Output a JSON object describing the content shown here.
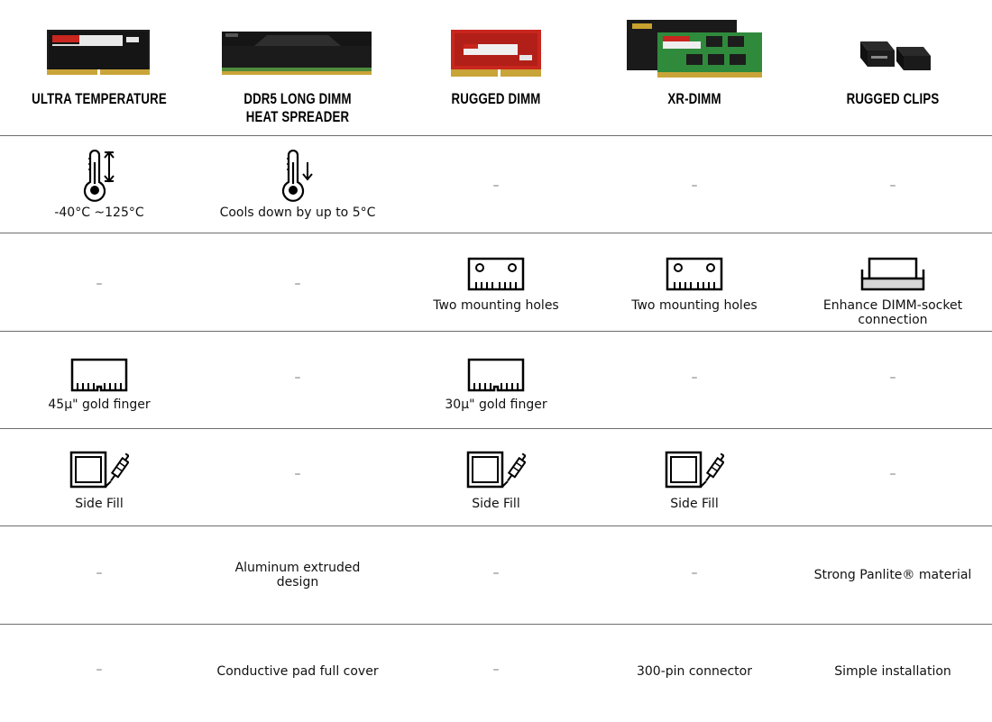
{
  "products": [
    {
      "name_lines": [
        "ULTRA TEMPERATURE"
      ]
    },
    {
      "name_lines": [
        "DDR5 LONG DIMM",
        "HEAT SPREADER"
      ]
    },
    {
      "name_lines": [
        "RUGGED DIMM"
      ]
    },
    {
      "name_lines": [
        "XR-DIMM"
      ]
    },
    {
      "name_lines": [
        "RUGGED CLIPS"
      ]
    }
  ],
  "dash": "–",
  "rows": {
    "temperature": {
      "c0": "-40°C ~125°C",
      "c1": "Cools down by up to 5°C"
    },
    "mounting": {
      "c2": "Two mounting holes",
      "c3": "Two mounting holes",
      "c4_l1": "Enhance DIMM-socket",
      "c4_l2": "connection"
    },
    "goldfinger": {
      "c0": "45μ\" gold finger",
      "c2": "30μ\" gold finger"
    },
    "sidefill": {
      "c0": "Side Fill",
      "c2": "Side Fill",
      "c3": "Side Fill"
    },
    "material": {
      "c1_l1": "Aluminum extruded",
      "c1_l2": "design",
      "c4": "Strong Panlite® material"
    },
    "extra": {
      "c1": "Conductive pad full cover",
      "c3": "300-pin connector",
      "c4": "Simple installation"
    }
  },
  "colors": {
    "rule": "#6d6d6d",
    "red_pcb": "#c8261e",
    "green_pcb": "#2f8a3c",
    "dark_module": "#1c1c1c"
  }
}
